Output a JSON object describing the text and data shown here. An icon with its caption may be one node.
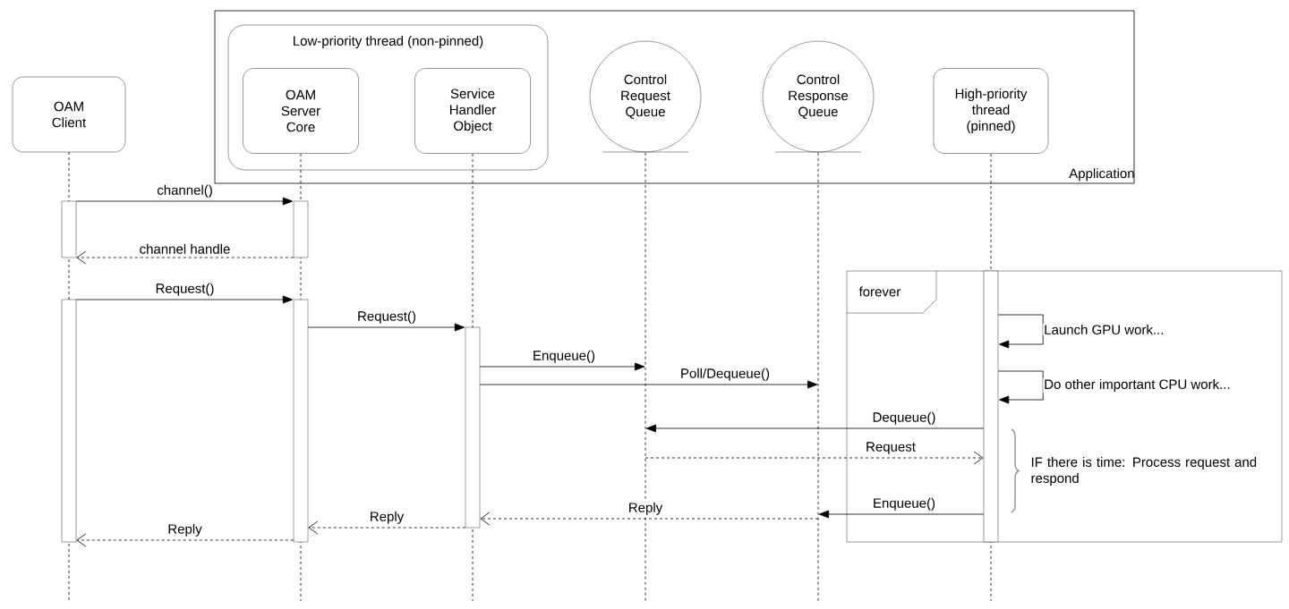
{
  "diagram": {
    "nodes": [
      {
        "text": [
          "OAM Client"
        ]
      },
      {
        "text": [
          "Application"
        ]
      },
      {
        "text": [
          "Low-priority thread (non-pinned)"
        ],
        "in": 1
      },
      {
        "text": [
          "OAM Server Core"
        ],
        "in": 2
      },
      {
        "text": [
          "Service Handler Object"
        ],
        "in": 2
      },
      {
        "text": [
          "Control Request Queue"
        ],
        "in": 1
      },
      {
        "text": [
          "Control Response Queue"
        ],
        "in": 1
      },
      {
        "text": [
          "High-priority thread (pinned)"
        ],
        "in": 1
      },
      {
        "text": [
          "forever"
        ]
      },
      {
        "text": [],
        "shape": "bar"
      },
      {
        "text": [],
        "shape": "bar"
      },
      {
        "text": [],
        "shape": "bar"
      },
      {
        "text": [],
        "shape": "bar"
      },
      {
        "text": [],
        "shape": "bar"
      },
      {
        "text": [],
        "shape": "bar",
        "in": 8
      },
      {
        "text": [],
        "shape": "line"
      },
      {
        "text": [],
        "shape": "line"
      }
    ],
    "edges": [
      {
        "from": 9,
        "to": 10,
        "arrow": "to",
        "label": "channel()"
      },
      {
        "from": 10,
        "to": 9,
        "arrow": "to",
        "label": "channel handle",
        "style": "dashed"
      },
      {
        "from": 11,
        "to": 12,
        "arrow": "to",
        "label": "Request()"
      },
      {
        "from": 12,
        "to": 13,
        "arrow": "to",
        "label": "Request()"
      },
      {
        "from": 13,
        "to": 15,
        "arrow": "to",
        "label": "Enqueue()"
      },
      {
        "from": 13,
        "to": 16,
        "arrow": "to",
        "label": "Poll/Dequeue()"
      },
      {
        "from": 14,
        "to": 14,
        "arrow": "to",
        "label": "Launch GPU work..."
      },
      {
        "from": 14,
        "to": 14,
        "arrow": "to",
        "label": "Do other important CPU work..."
      },
      {
        "from": 14,
        "to": 15,
        "arrow": "to",
        "label": "Dequeue()"
      },
      {
        "from": 15,
        "to": 14,
        "arrow": "to",
        "label": "Request",
        "style": "dashed"
      },
      {
        "from": 14,
        "to": 16,
        "arrow": "to",
        "label": "Enqueue()"
      },
      {
        "from": 16,
        "to": 13,
        "arrow": "to",
        "label": "Reply",
        "style": "dashed"
      },
      {
        "from": 13,
        "to": 12,
        "arrow": "to",
        "label": "Reply",
        "style": "dashed"
      },
      {
        "from": 12,
        "to": 11,
        "arrow": "to",
        "label": "Reply",
        "style": "dashed"
      }
    ],
    "labels": [
      "IF there is time: Process request and respond"
    ]
  }
}
